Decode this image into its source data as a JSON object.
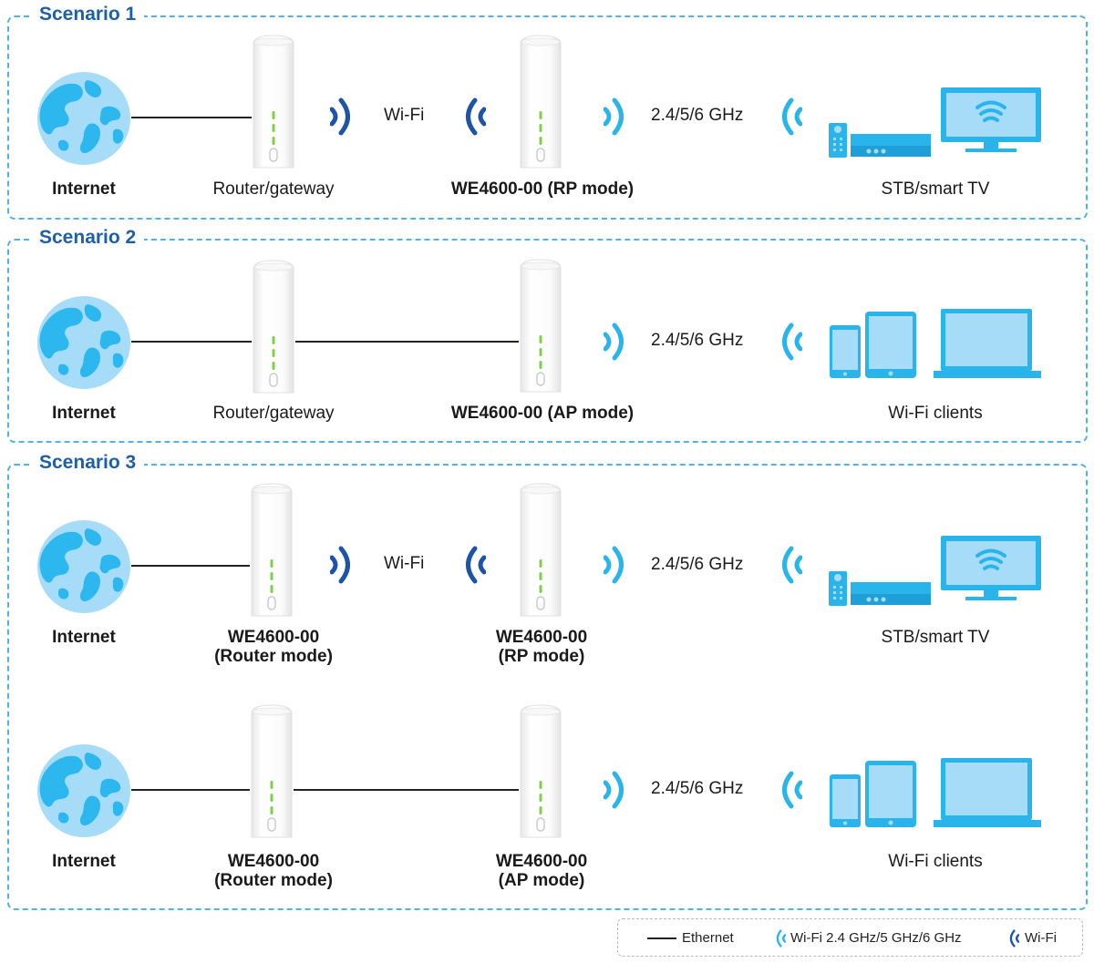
{
  "scenarios": [
    {
      "title": "Scenario 1"
    },
    {
      "title": "Scenario 2"
    },
    {
      "title": "Scenario 3"
    }
  ],
  "labels": {
    "internet": "Internet",
    "router_gateway": "Router/gateway",
    "we_rp_mode": "WE4600-00 (RP mode)",
    "we_ap_mode": "WE4600-00 (AP mode)",
    "we_name": "WE4600-00",
    "router_mode": "(Router mode)",
    "rp_mode": "(RP mode)",
    "ap_mode": "(AP mode)",
    "stb_tv": "STB/smart TV",
    "wifi_clients": "Wi-Fi clients",
    "wifi": "Wi-Fi",
    "band": "2.4/5/6 GHz"
  },
  "legend": {
    "ethernet": "Ethernet",
    "wifi_multi": "Wi-Fi 2.4 GHz/5 GHz/6 GHz",
    "wifi": "Wi-Fi"
  },
  "colors": {
    "box_border": "#4fb3e4",
    "title": "#1f5fa8",
    "globe_sea": "#a6dcf7",
    "globe_land": "#2cb8ef",
    "wave_light": "#29b5ec",
    "wave_dark": "#1d54a6",
    "led": "#7ed04a"
  }
}
